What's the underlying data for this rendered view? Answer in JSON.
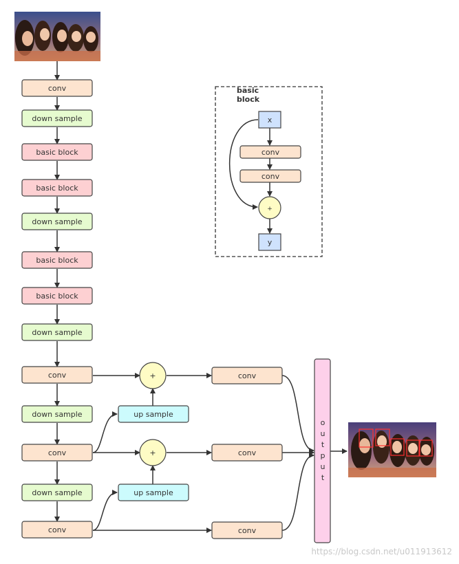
{
  "nodes": {
    "conv_1": "conv",
    "down_sample_1": "down sample",
    "basic_block_1": "basic block",
    "basic_block_2": "basic block",
    "down_sample_2": "down sample",
    "basic_block_3": "basic block",
    "basic_block_4": "basic block",
    "down_sample_3": "down sample",
    "conv_2": "conv",
    "down_sample_4": "down sample",
    "conv_3": "conv",
    "down_sample_5": "down sample",
    "conv_4": "conv",
    "up_sample_1": "up sample",
    "up_sample_2": "up sample",
    "add_1": "+",
    "add_2": "+",
    "conv_out_1": "conv",
    "conv_out_2": "conv",
    "conv_out_3": "conv",
    "output": "output"
  },
  "basic_block_detail": {
    "title_line1": "basic",
    "title_line2": "block",
    "x": "x",
    "conv_a": "conv",
    "conv_b": "conv",
    "add": "+",
    "y": "y"
  },
  "watermark": "https://blog.csdn.net/u011913612",
  "colors": {
    "conv": "#fde4cf",
    "down_sample": "#e6fbcf",
    "basic_block": "#fdd0d2",
    "up_sample": "#ccfbfd",
    "add": "#fefcc5",
    "io": "#cfe2fd",
    "output": "#fdd0ea",
    "stroke": "#444444",
    "edge": "#333333"
  },
  "icons": {
    "input_image": "group-photo-icon",
    "output_image": "group-photo-with-face-boxes-icon"
  }
}
